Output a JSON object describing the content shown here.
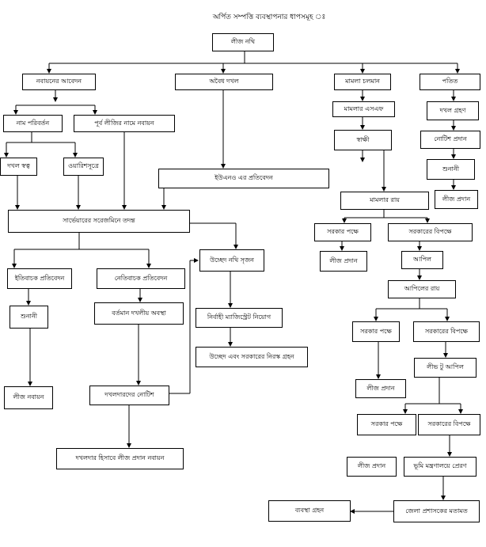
{
  "title": "অর্পিত সম্পত্তি ব্যবস্থাপনার ধাপসমূহ ঃ",
  "nodes": {
    "lease_file": "লীজ নথি",
    "renewal_application": "নবায়নের আবেদন",
    "illegal_possession": "অবৈধ দখল",
    "case_proceeding": "মামলা চলমান",
    "fallow": "পতিত",
    "name_change": "নাম পরিবর্তন",
    "renewal_previous_name": "পূর্ব লীজির নামে নবায়ন",
    "case_sf": "মামলার এসএফ",
    "witness": "স্বাক্ষী",
    "take_possession": "দখল গ্রহণ",
    "possession_right": "দখল স্বত্ব",
    "inheritance": "ওয়ারিশসূত্রে",
    "notice_issue": "নোটিশ প্রদান",
    "hearing_fallow": "শুনানী",
    "uno_report": "ইউএনও এর প্রতিবেদন",
    "lease_grant_fallow": "লীজ প্রদান",
    "case_verdict": "মামলার রায়",
    "field_inspection": "সার্ভেয়ারের সরেজমিনে তদন্ত",
    "govt_favor_1": "সরকার পক্ষে",
    "govt_against_1": "সরকারের বিপক্ষে",
    "positive_report": "ইতিবাচক প্রতিবেদন",
    "negative_report": "নেতিবাচক প্রতিবেদন",
    "eviction_file": "উচ্ছেদ নথি সৃজন",
    "lease_grant_1": "লীজ প্রদান",
    "appeal": "আপিল",
    "current_possession": "বর্তমান দখলীয় অবস্থা",
    "appeal_verdict": "আপিলের রায়",
    "hearing": "শুনানী",
    "executive_magistrate": "নির্বাহী ম্যাজিস্ট্রেট নিয়োগ",
    "govt_favor_2": "সরকার পক্ষে",
    "govt_against_2": "সরকারের বিপক্ষে",
    "eviction_takeover": "উচ্ছেদ এবং সরকারের নিরস্ক গ্রহন",
    "leave_to_appeal": "লীভ টু আপিল",
    "lease_grant_2": "লীজ প্রদান",
    "lease_renewal": "লীজ নবায়ন",
    "occupant_notice": "দখলদারদের নোটিশ",
    "govt_favor_3": "সরকার পক্ষে",
    "govt_against_3": "সরকারের বিপক্ষে",
    "occupant_lease_renewal": "দখলদার হিসাবে লীজ প্রদান নবায়ন",
    "lease_grant_3": "লীজ প্রদান",
    "land_ministry": "ভূমি মন্ত্রণালয়ে প্রেরণ",
    "action_taken": "ব্যবস্থা গ্রহন",
    "district_admin_opinion": "জেলা প্রশাসকের মতামত"
  }
}
